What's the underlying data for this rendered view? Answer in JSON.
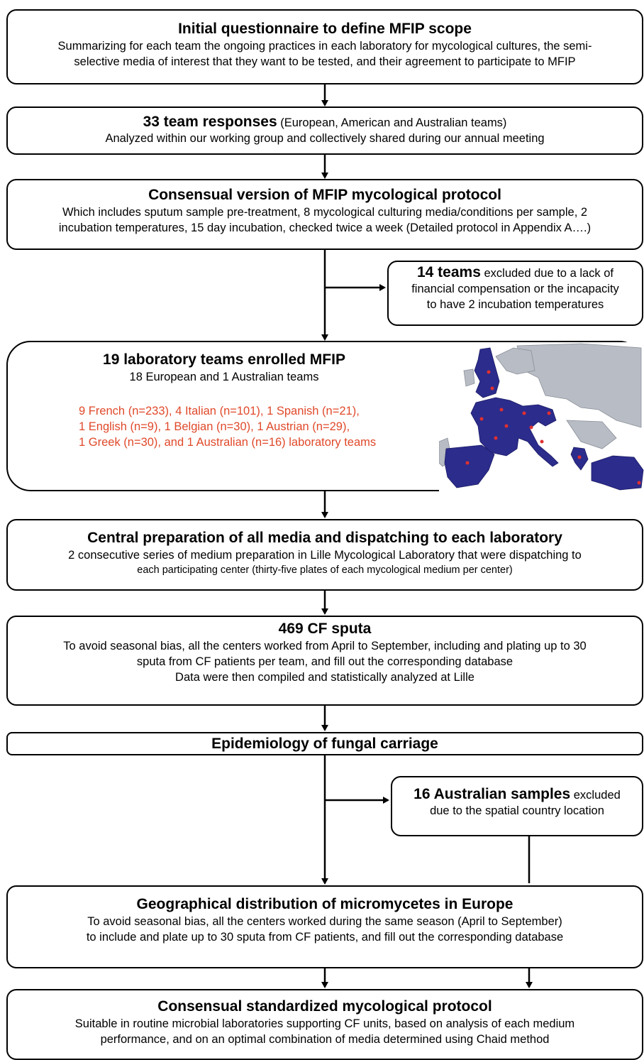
{
  "steps": {
    "questionnaire": {
      "title": "Initial questionnaire to define MFIP scope",
      "line1": "Summarizing for each team the ongoing practices in each laboratory for mycological cultures, the semi-",
      "line2": "selective media of interest that they want to be tested, and their agreement to participate to MFIP"
    },
    "responses": {
      "title_bold": "33 team responses",
      "title_rest": " (European, American and Australian teams)",
      "line1": "Analyzed within our working group and collectively shared during our annual meeting"
    },
    "protocol": {
      "title": "Consensual version of MFIP mycological protocol",
      "line1": "Which includes sputum sample pre-treatment, 8 mycological culturing media/conditions per sample, 2",
      "line2": "incubation temperatures, 15 day incubation, checked twice a week (Detailed protocol in Appendix A….)"
    },
    "excluded_teams": {
      "bold": "14 teams",
      "rest": " excluded due to a lack of",
      "line2": "financial compensation or the incapacity",
      "line3": "to  have 2 incubation temperatures"
    },
    "enrolled": {
      "title": "19 laboratory teams enrolled MFIP",
      "subtitle": "18 European and 1 Australian teams",
      "countries1": "9 French (n=233), 4 Italian (n=101), 1 Spanish (n=21),",
      "countries2": "1 English (n=9),  1 Belgian  (n=30),  1 Austrian  (n=29),",
      "countries3": "1 Greek (n=30), and 1 Australian (n=16) laboratory teams"
    },
    "preparation": {
      "title": "Central preparation of all media and dispatching to each laboratory",
      "line1": "2 consecutive series of medium preparation in Lille Mycological Laboratory that were dispatching to",
      "line2": "each participating center (thirty-five plates of each mycological medium per center)"
    },
    "sputa": {
      "title": "469 CF sputa",
      "line1": "To avoid seasonal bias, all the centers worked from April to September, including and plating up to 30",
      "line2": "sputa from CF patients per team, and fill out the corresponding database",
      "line3": "Data were then compiled and statistically analyzed at Lille"
    },
    "epidemiology": {
      "title": "Epidemiology of fungal carriage"
    },
    "australian_excluded": {
      "bold": "16 Australian samples",
      "rest": " excluded",
      "line2": "due to the spatial country location"
    },
    "geography": {
      "title": "Geographical distribution of micromycetes in Europe",
      "line1": "To avoid seasonal bias, all the centers worked during the same season (April to September)",
      "line2": "to include and plate up to 30 sputa from CF patients, and fill out the corresponding database"
    },
    "standardized": {
      "title": "Consensual standardized mycological protocol",
      "line1": "Suitable in routine microbial laboratories supporting CF units, based on analysis of each medium",
      "line2": "performance, and on an optimal combination of media determined using Chaid method"
    }
  },
  "map": {
    "icon": "europe-australia-map",
    "colors": {
      "participating": "#2c2c8c",
      "other": "#b8bcc4",
      "marker": "#e03030"
    }
  }
}
